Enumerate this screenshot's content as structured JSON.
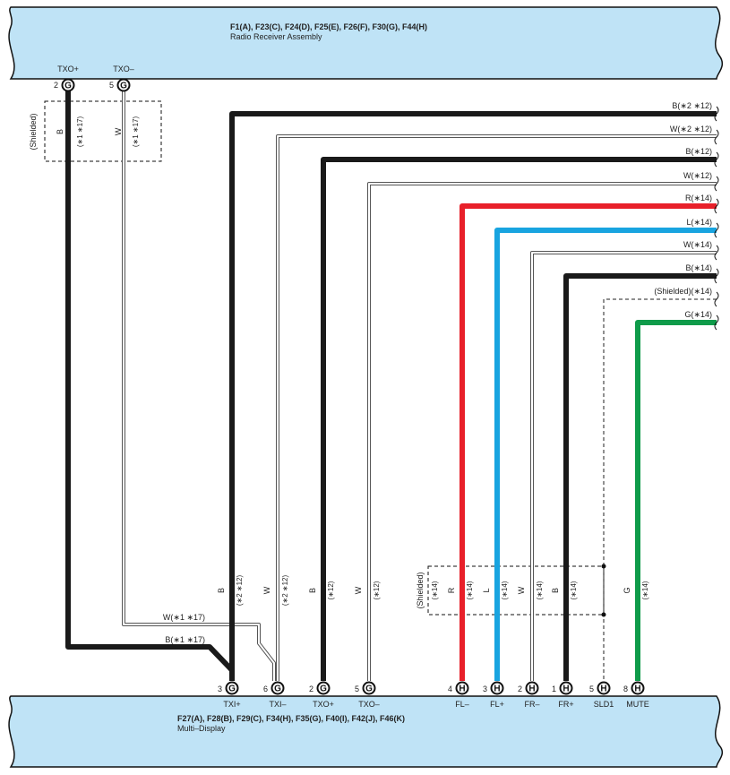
{
  "top_connector": {
    "codes": "F1(A), F23(C), F24(D), F25(E), F26(F), F30(G), F44(H)",
    "name": "Radio Receiver Assembly",
    "pins": [
      {
        "num": "2",
        "conn": "G",
        "label": "TXO+"
      },
      {
        "num": "5",
        "conn": "G",
        "label": "TXO–"
      }
    ]
  },
  "bottom_connector": {
    "codes": "F27(A), F28(B), F29(C), F34(H), F35(G), F40(I), F42(J), F46(K)",
    "name": "Multi–Display",
    "pins": [
      {
        "num": "3",
        "conn": "G",
        "label": "TXI+"
      },
      {
        "num": "6",
        "conn": "G",
        "label": "TXI–"
      },
      {
        "num": "2",
        "conn": "G",
        "label": "TXO+"
      },
      {
        "num": "5",
        "conn": "G",
        "label": "TXO–"
      },
      {
        "num": "4",
        "conn": "H",
        "label": "FL–"
      },
      {
        "num": "3",
        "conn": "H",
        "label": "FL+"
      },
      {
        "num": "2",
        "conn": "H",
        "label": "FR–"
      },
      {
        "num": "1",
        "conn": "H",
        "label": "FR+"
      },
      {
        "num": "5",
        "conn": "H",
        "label": "SLD1"
      },
      {
        "num": "8",
        "conn": "H",
        "label": "MUTE"
      }
    ]
  },
  "right_labels": [
    "B(∗2 ∗12)",
    "W(∗2 ∗12)",
    "B(∗12)",
    "W(∗12)",
    "R(∗14)",
    "L(∗14)",
    "W(∗14)",
    "B(∗14)",
    "(Shielded)(∗14)",
    "G(∗14)"
  ],
  "top_shield": {
    "label": "(Shielded)",
    "wire1_color": "B",
    "wire1_note": "(∗1 ∗17)",
    "wire2_color": "W",
    "wire2_note": "(∗1 ∗17)"
  },
  "bottom_left_labels": [
    "W(∗1 ∗17)",
    "B(∗1 ∗17)"
  ],
  "vertical_labels": [
    {
      "color": "B",
      "note": "(∗2 ∗12)"
    },
    {
      "color": "W",
      "note": "(∗2 ∗12)"
    },
    {
      "color": "B",
      "note": "(∗12)"
    },
    {
      "color": "W",
      "note": "(∗12)"
    },
    {
      "color": "R",
      "note": "(∗14)"
    },
    {
      "color": "L",
      "note": "(∗14)"
    },
    {
      "color": "W",
      "note": "(∗14)"
    },
    {
      "color": "B",
      "note": "(∗14)"
    },
    {
      "color": "G",
      "note": "(∗14)"
    }
  ],
  "bottom_shield": {
    "label": "(Shielded)",
    "note": "(∗14)"
  },
  "colors": {
    "panel": "#bfe3f6",
    "black": "#1a1a1a",
    "red": "#e8202a",
    "blue": "#18a4e0",
    "green": "#0f9b4a"
  }
}
